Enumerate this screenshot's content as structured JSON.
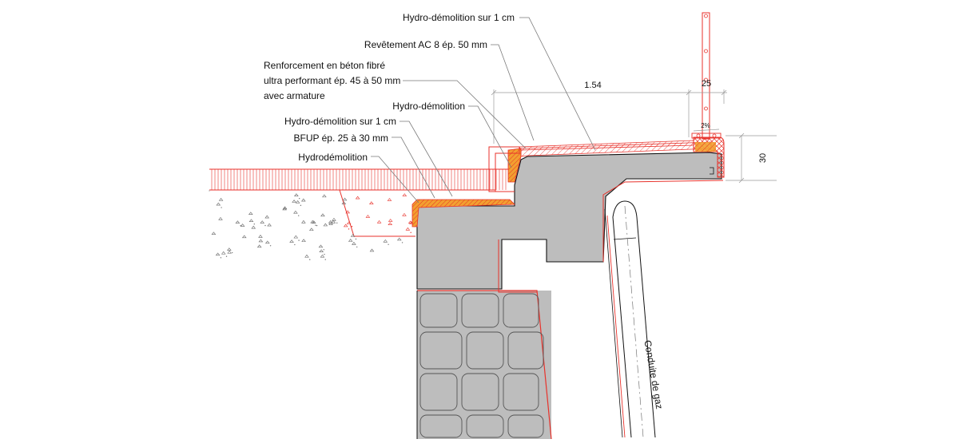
{
  "labels": {
    "hydro_demolition_1cm_top": "Hydro-démolition sur 1 cm",
    "revetement": "Revêtement AC 8 ép. 50 mm",
    "renforcement_line1": "Renforcement en béton fibré",
    "renforcement_line2": "ultra performant ép. 45 à 50 mm",
    "renforcement_line3": "avec armature",
    "hydro_demolition": "Hydro-démolition",
    "hydro_demolition_1cm": "Hydro-démolition sur 1 cm",
    "bfup": "BFUP ép. 25 à 30 mm",
    "hydrodemolition": "Hydrodémolition",
    "conduite": "Conduite de gaz"
  },
  "dimensions": {
    "width_main": "1.54",
    "width_side": "25",
    "height": "30",
    "slope": "2%"
  },
  "colors": {
    "concrete": "#bdbdbd",
    "red": "#e8322b",
    "orange": "#f2a030",
    "ink": "#111111",
    "leader": "#7a7a7a"
  }
}
